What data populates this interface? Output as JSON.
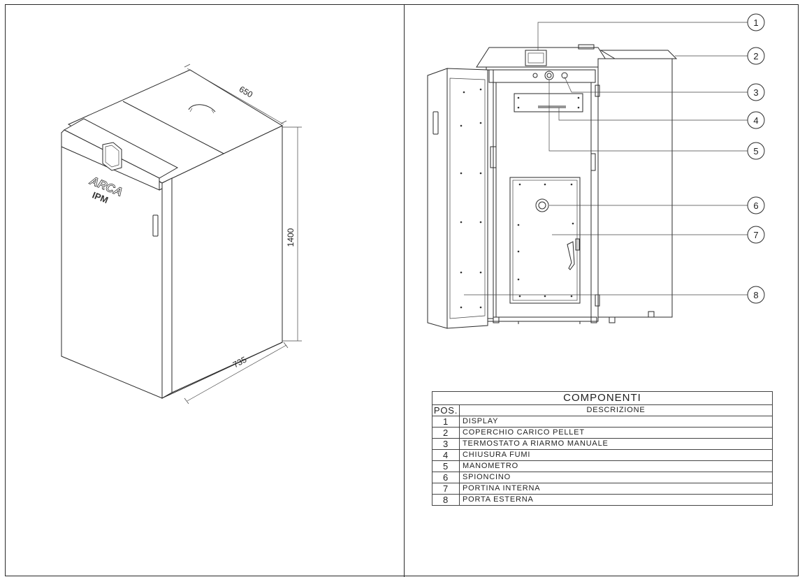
{
  "dimensions": {
    "depth": "650",
    "height": "1400",
    "width": "735"
  },
  "logo": {
    "brand": "ARCA",
    "model": "IPM"
  },
  "callouts": [
    "1",
    "2",
    "3",
    "4",
    "5",
    "6",
    "7",
    "8"
  ],
  "table": {
    "title": "COMPONENTI",
    "headers": {
      "pos": "POS.",
      "description": "DESCRIZIONE"
    },
    "rows": [
      {
        "pos": "1",
        "description": "DISPLAY"
      },
      {
        "pos": "2",
        "description": "COPERCHIO CARICO PELLET"
      },
      {
        "pos": "3",
        "description": "TERMOSTATO A RIARMO MANUALE"
      },
      {
        "pos": "4",
        "description": "CHIUSURA FUMI"
      },
      {
        "pos": "5",
        "description": "MANOMETRO"
      },
      {
        "pos": "6",
        "description": "SPIONCINO"
      },
      {
        "pos": "7",
        "description": "PORTINA INTERNA"
      },
      {
        "pos": "8",
        "description": "PORTA ESTERNA"
      }
    ]
  }
}
